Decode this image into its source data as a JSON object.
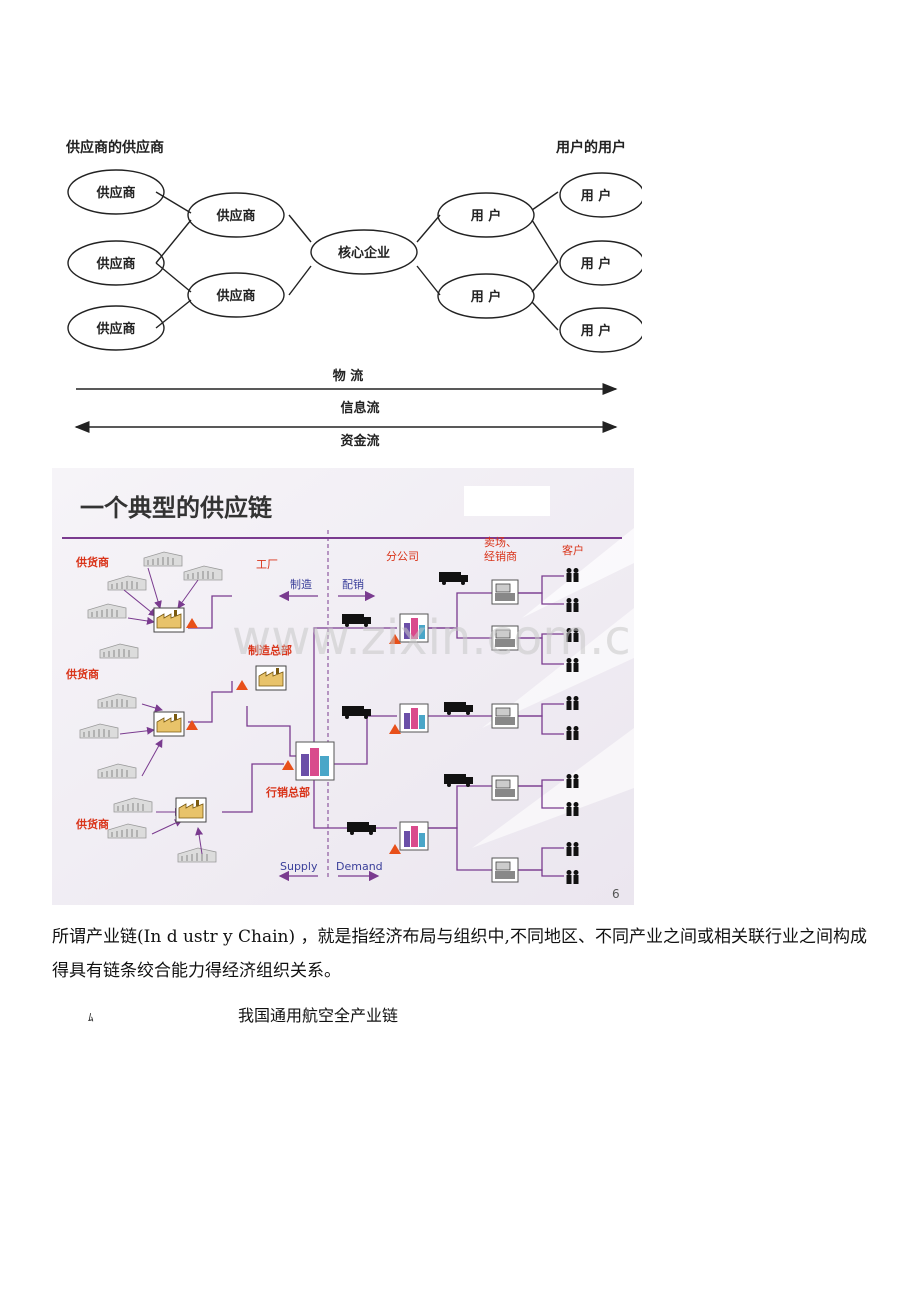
{
  "figure1": {
    "top_left_label": "供应商的供应商",
    "top_right_label": "用户的用户",
    "tier1_suppliers": [
      "供应商",
      "供应商",
      "供应商"
    ],
    "tier2_suppliers": [
      "供应商",
      "供应商"
    ],
    "core": "核心企业",
    "users": [
      "用 户",
      "用 户"
    ],
    "end_users": [
      "用 户",
      "用 户",
      "用 户"
    ],
    "flows": [
      "物  流",
      "信息流",
      "资金流"
    ]
  },
  "figure2": {
    "title": "一个典型的供应链",
    "supplier_label": "供货商",
    "factory_label": "工厂",
    "branch_label": "分公司",
    "store_label": "卖场、\n经销商",
    "customer_label": "客户",
    "manufacture_label": "制造",
    "distribute_label": "配销",
    "hq_manufacture": "制造总部",
    "hq_sales": "行销总部",
    "supply_label": "Supply",
    "demand_label": "Demand",
    "page_number": "6",
    "watermark": "www.zixin.com.cn"
  },
  "paragraph": "所谓产业链(In d ustr y  Chain) ，就是指经济布局与组织中,不同地区、不同产业之间或相关联行业之间构成得具有链条绞合能力得经济组织关系。",
  "note": {
    "mark": "ﾑ",
    "text": "我国通用航空全产业链"
  }
}
